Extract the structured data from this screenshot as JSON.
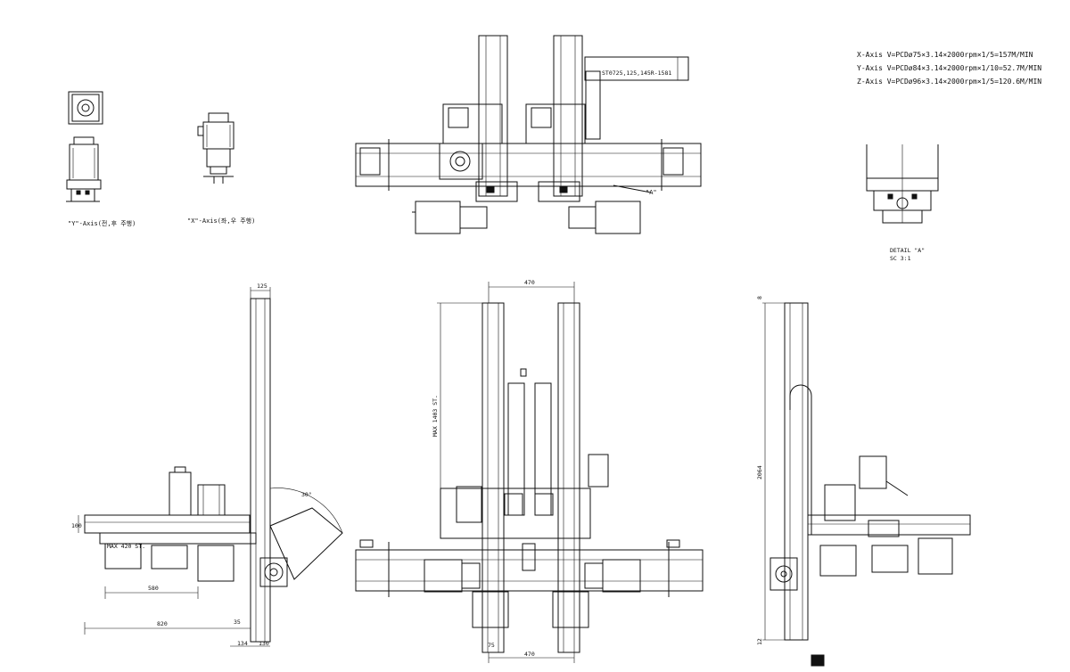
{
  "specs": [
    "X-Axis  V=PCDø75×3.14×2000rpm×1/5=157M/MIN",
    "Y-Axis  V=PCDø84×3.14×2000rpm×1/10=52.7M/MIN",
    "Z-Axis  V=PCDø96×3.14×2000rpm×1/5=120.6M/MIN"
  ],
  "labels": {
    "y_axis": "\"Y\"-Axis(전,후 주행)",
    "x_axis": "\"X\"-Axis(좌,우 주행)",
    "detail_title": "DETAIL \"A\"",
    "detail_scale": "SC 3:1",
    "callout_a": "\"A\"",
    "part_no": "ST0725,125,145R-1581"
  },
  "dims_left": {
    "top": "125",
    "v100": "100",
    "stroke": "MAX 420 ST.",
    "d580": "580",
    "d820": "820",
    "d134": "134",
    "d130": "130",
    "d35": "35",
    "angle": "30°"
  },
  "dims_center": {
    "top": "470",
    "bottom": "470",
    "stroke": "MAX 1403 ST.",
    "d75": "75"
  },
  "dims_right": {
    "top": "8",
    "height": "2064",
    "bottom": "12"
  }
}
